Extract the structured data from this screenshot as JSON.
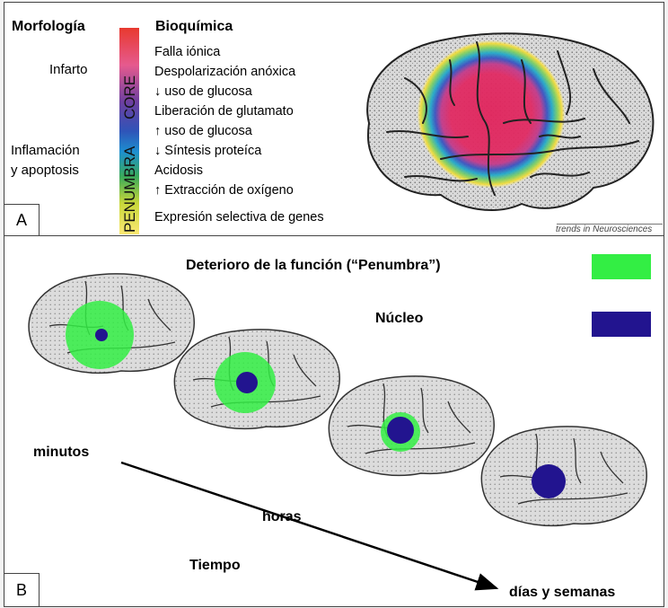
{
  "panel_a": {
    "morphology_header": "Morfología",
    "biochemistry_header": "Bioquímica",
    "infarct_label": "Infarto",
    "inflammation_label_line1": "Inflamación",
    "inflammation_label_line2": "y apoptosis",
    "bar_core_label": "CORE",
    "bar_penumbra_label": "PENUMBRA",
    "biochemistry_items": [
      "Falla iónica",
      "Despolarización anóxica",
      "↓ uso de glucosa",
      "Liberación de glutamato",
      "↑ uso de glucosa",
      "↓ Síntesis proteíca",
      "Acidosis",
      "↑ Extracción de oxígeno",
      "Expresión selectiva de genes"
    ],
    "credit": "trends in Neurosciences",
    "panel_label": "A"
  },
  "panel_b": {
    "legend_penumbra": "Deterioro de la función (“Penumbra”)",
    "legend_core": "Núcleo",
    "time_minutes": "minutos",
    "time_hours": "horas",
    "time_days": "días y semanas",
    "time_axis_label": "Tiempo",
    "panel_label": "B"
  },
  "colors": {
    "penumbra_green": "#33ee44",
    "core_blue": "#22148f",
    "core_red": "#e0245c"
  }
}
